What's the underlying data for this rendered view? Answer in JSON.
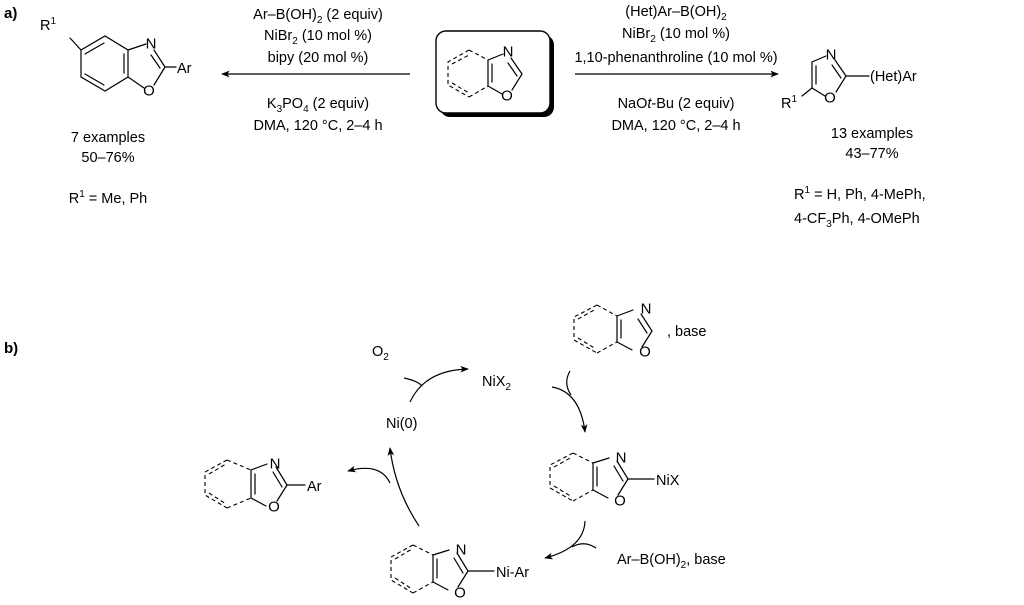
{
  "panel_a": {
    "label": "a)",
    "left_product": {
      "r_label": "R",
      "r_sup": "1",
      "substituent": "Ar",
      "atom_n": "N",
      "atom_o": "O",
      "examples": "7 examples",
      "yield": "50–76%",
      "r_def_prefix": "R",
      "r_def_sup": "1",
      "r_def_text": " = Me, Ph"
    },
    "left_conditions": {
      "line1_a": "Ar–B(OH)",
      "line1_sub": "2",
      "line1_b": " (2 equiv)",
      "line2_a": "NiBr",
      "line2_sub": "2",
      "line2_b": " (10 mol %)",
      "line3": "bipy (20 mol %)",
      "line4_a": "K",
      "line4_sub1": "3",
      "line4_b": "PO",
      "line4_sub2": "4",
      "line4_c": " (2 equiv)",
      "line5": "DMA, 120 °C, 2–4 h"
    },
    "start_material": {
      "atom_n": "N",
      "atom_o": "O"
    },
    "right_conditions": {
      "line1_a": "(Het)Ar–B(OH)",
      "line1_sub": "2",
      "line2_a": "NiBr",
      "line2_sub": "2",
      "line2_b": " (10 mol %)",
      "line3": "1,10-phenanthroline (10 mol %)",
      "line4_a": "NaO",
      "line4_italic": "t",
      "line4_b": "-Bu (2 equiv)",
      "line5": "DMA, 120 °C, 2–4 h"
    },
    "right_product": {
      "r_label": "R",
      "r_sup": "1",
      "substituent": "(Het)Ar",
      "atom_n": "N",
      "atom_o": "O",
      "examples": "13 examples",
      "yield": "43–77%",
      "r_def_line1_prefix": "R",
      "r_def_line1_sup": "1",
      "r_def_line1_text": " = H, Ph, 4-MePh,",
      "r_def_line2_a": "4-CF",
      "r_def_line2_sub": "3",
      "r_def_line2_b": "Ph, 4-OMePh"
    }
  },
  "panel_b": {
    "label": "b)",
    "o2_a": "O",
    "o2_sub": "2",
    "nix2_a": "NiX",
    "nix2_sub": "2",
    "ni0": "Ni(0)",
    "top_reagent_suffix": ", base",
    "nix_complex_substituent": "NiX",
    "niar_complex_substituent": "Ni-Ar",
    "boronic_a": "Ar–B(OH)",
    "boronic_sub": "2",
    "boronic_b": ", base",
    "product_substituent": "Ar",
    "atom_n": "N",
    "atom_o": "O"
  }
}
